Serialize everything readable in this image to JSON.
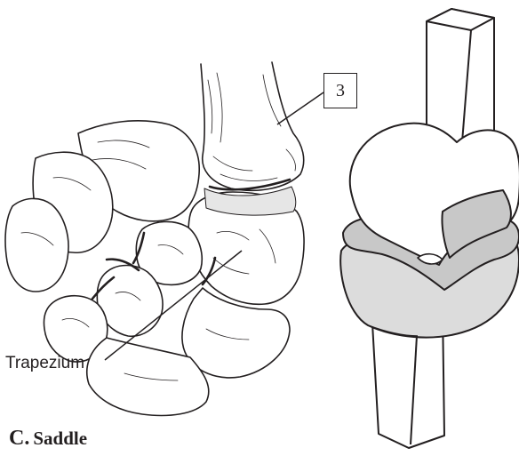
{
  "figure": {
    "callout_number": "3",
    "label_trapezium": "Trapezium",
    "caption_letter": "C.",
    "caption_title": "Saddle"
  },
  "colors": {
    "ink": "#231f20",
    "bone_fill": "#ffffff",
    "cartilage_grey": "#c8c8c8",
    "cartilage_light": "#dcdcdc"
  }
}
